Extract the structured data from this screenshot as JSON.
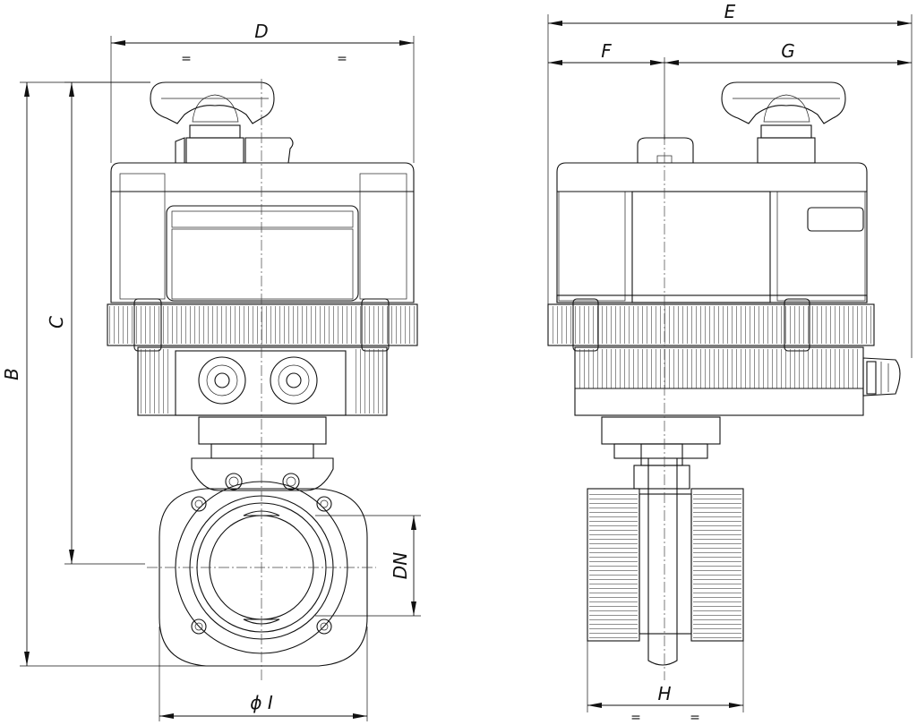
{
  "dimensions": {
    "D": "D",
    "E": "E",
    "F": "F",
    "G": "G",
    "B": "B",
    "C": "C",
    "DN": "DN",
    "I": "ϕ I",
    "H": "H",
    "equal_sign": "="
  }
}
